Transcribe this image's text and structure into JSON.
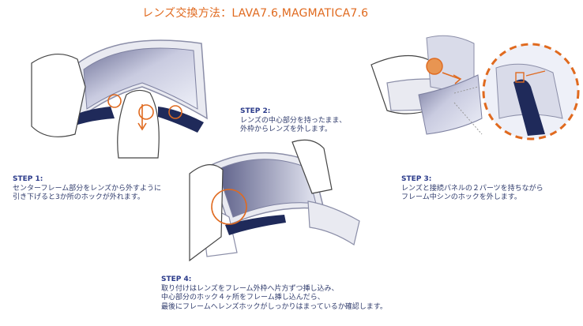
{
  "title": "レンズ交換方法：LAVA7.6,MAGMATICA7.6",
  "colors": {
    "accent": "#e06a1f",
    "navy": "#2a3a8a",
    "strap": "#1f2a5a",
    "lens": "#b8bbd6"
  },
  "steps": [
    {
      "heading": "STEP 1:",
      "lines": [
        "センターフレーム部分をレンズから外すように",
        "引き下げると3か所のホックが外れます。"
      ]
    },
    {
      "heading": "STEP 2:",
      "lines": [
        "レンズの中心部分を持ったまま、",
        "外枠からレンズを外します。"
      ]
    },
    {
      "heading": "STEP 3:",
      "lines": [
        "レンズと接続パネルの２パーツを持ちながら",
        "フレーム中シンのホックを外します。"
      ]
    },
    {
      "heading": "STEP 4:",
      "lines": [
        "取り付けはレンズをフレーム外枠へ片方ずつ挿し込み、",
        "中心部分のホック４ヶ所をフレーム挿し込んだら、",
        "最後にフレームへレンズホックがしっかりはまっているか確認します。"
      ]
    }
  ]
}
